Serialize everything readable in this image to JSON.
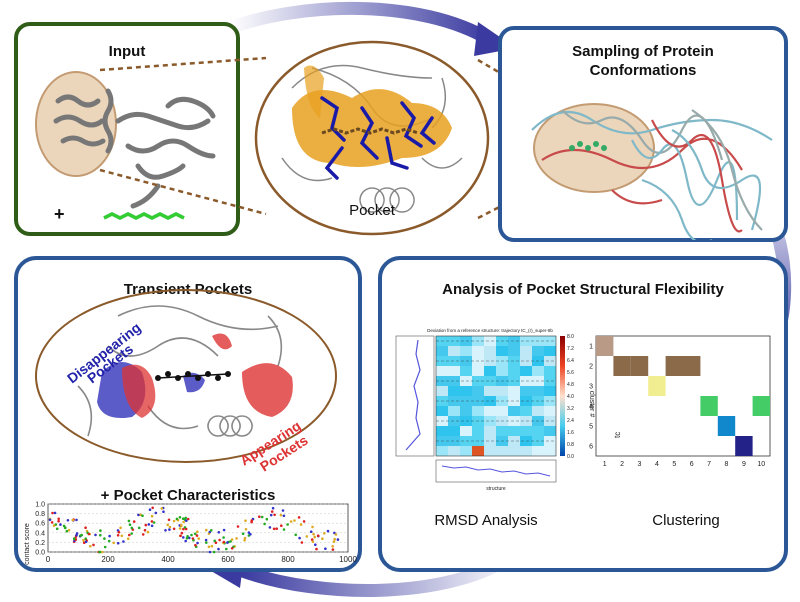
{
  "input": {
    "title": "Input",
    "plus": "+"
  },
  "pocket": {
    "caption": "Pocket"
  },
  "sampling": {
    "title_line1": "Sampling of Protein",
    "title_line2": "Conformations"
  },
  "transient": {
    "title": "Transient Pockets",
    "disappearing_1": "Disappearing",
    "disappearing_2": "Pockets",
    "appearing_1": "Appearing",
    "appearing_2": "Pockets",
    "characteristics": "+ Pocket Characteristics",
    "contact_ylabel": "contact score",
    "contact_yticks": [
      "1.0",
      "0.8",
      "0.6",
      "0.4",
      "0.2",
      "0.0"
    ],
    "contact_xticks": [
      "0",
      "200",
      "400",
      "600",
      "800",
      "1000"
    ]
  },
  "analysis": {
    "title": "Analysis of Pocket Structural Flexibility",
    "rmsd_caption": "RMSD Analysis",
    "clustering_caption": "Clustering",
    "heatmap_title": "Deviation from a reference structure: trajectory tC_(r)_super-8b",
    "heatmap_xlabel": "structure",
    "colorbar_ticks": [
      "8.0",
      "7.2",
      "6.4",
      "5.6",
      "4.8",
      "4.0",
      "3.2",
      "2.4",
      "1.6",
      "0.8",
      "0.0"
    ],
    "cluster_ylabel": "cluster #",
    "cluster_xlabel": "tc",
    "cluster_xticks": [
      "1",
      "2",
      "3",
      "4",
      "5",
      "6",
      "7",
      "8",
      "9",
      "10"
    ],
    "cluster_yticks": [
      "1",
      "2",
      "3",
      "4",
      "5",
      "6"
    ]
  },
  "colors": {
    "input_border": "#2f5d17",
    "panel_border": "#2b5797",
    "arrow": "#3a3aa0",
    "pocket_orange": "#e8a020",
    "pocket_ring": "#b98a5a",
    "disappearing": "#3333bb",
    "appearing": "#dd3333"
  }
}
